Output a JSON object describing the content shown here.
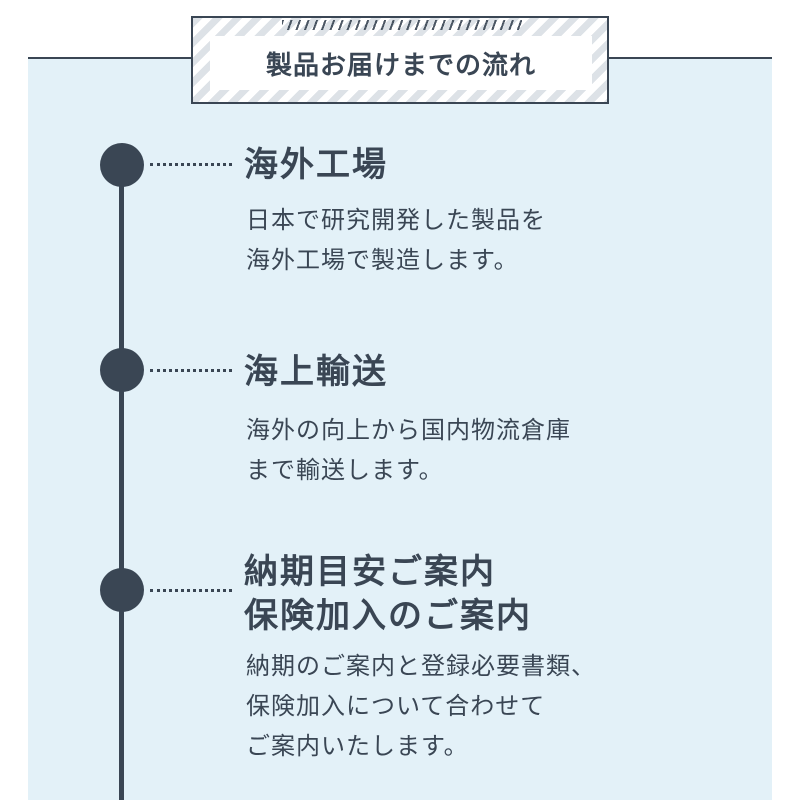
{
  "header": {
    "title": "製品お届けまでの流れ"
  },
  "steps": [
    {
      "title_lines": [
        "海外工場"
      ],
      "desc_lines": [
        "日本で研究開発した製品を",
        "海外工場で製造します。"
      ]
    },
    {
      "title_lines": [
        "海上輸送"
      ],
      "desc_lines": [
        "海外の向上から国内物流倉庫",
        "まで輸送します。"
      ]
    },
    {
      "title_lines": [
        "納期目安ご案内",
        "保険加入のご案内"
      ],
      "desc_lines": [
        "納期のご案内と登録必要書類、",
        "保険加入について合わせて",
        "ご案内いたします。"
      ]
    }
  ],
  "colors": {
    "ink": "#3a4654",
    "panel": "#e3f1f8"
  }
}
